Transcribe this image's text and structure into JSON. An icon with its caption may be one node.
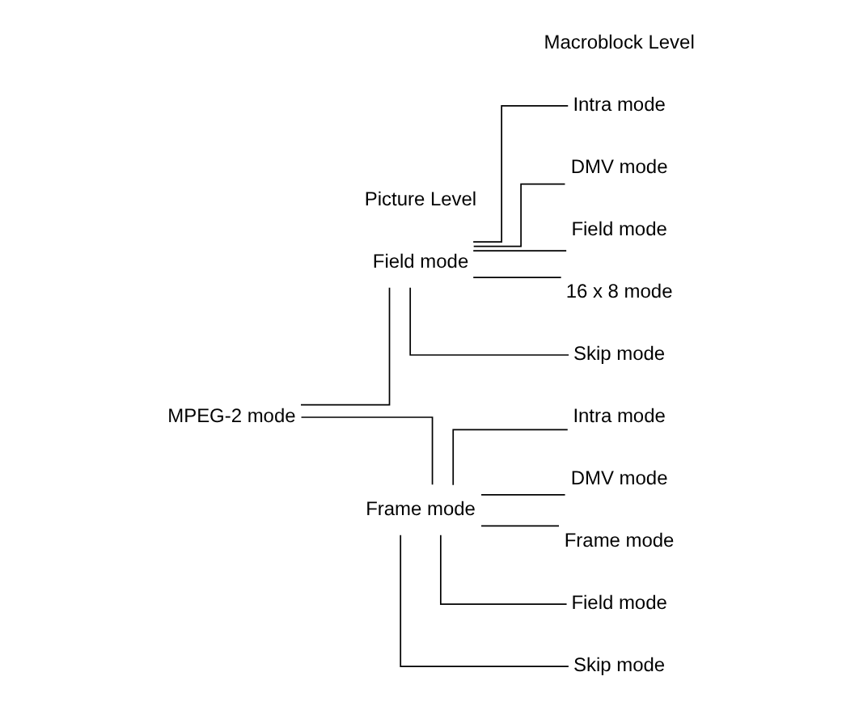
{
  "diagram": {
    "nodes": [
      {
        "text": [
          "MPEG-2 mode"
        ]
      },
      {
        "text": [
          "Field mode"
        ]
      },
      {
        "text": [
          "Frame mode"
        ]
      },
      {
        "text": [
          "Intra mode"
        ]
      },
      {
        "text": [
          "DMV mode"
        ]
      },
      {
        "text": [
          "Field mode"
        ]
      },
      {
        "text": [
          "16 x 8 mode"
        ]
      },
      {
        "text": [
          "Skip mode"
        ]
      },
      {
        "text": [
          "Intra mode"
        ]
      },
      {
        "text": [
          "DMV mode"
        ]
      },
      {
        "text": [
          "Frame mode"
        ]
      },
      {
        "text": [
          "Field mode"
        ]
      },
      {
        "text": [
          "Skip mode"
        ]
      }
    ],
    "edges": [
      {
        "from": 0,
        "to": 1,
        "arrow": "none"
      },
      {
        "from": 0,
        "to": 2,
        "arrow": "none"
      },
      {
        "from": 1,
        "to": 3,
        "arrow": "none"
      },
      {
        "from": 1,
        "to": 4,
        "arrow": "none"
      },
      {
        "from": 1,
        "to": 5,
        "arrow": "none"
      },
      {
        "from": 1,
        "to": 6,
        "arrow": "none"
      },
      {
        "from": 1,
        "to": 7,
        "arrow": "none"
      },
      {
        "from": 2,
        "to": 8,
        "arrow": "none"
      },
      {
        "from": 2,
        "to": 9,
        "arrow": "none"
      },
      {
        "from": 2,
        "to": 10,
        "arrow": "none"
      },
      {
        "from": 2,
        "to": 11,
        "arrow": "none"
      },
      {
        "from": 2,
        "to": 12,
        "arrow": "none"
      }
    ],
    "labels": [
      "Picture Level",
      "Macroblock Level"
    ]
  }
}
